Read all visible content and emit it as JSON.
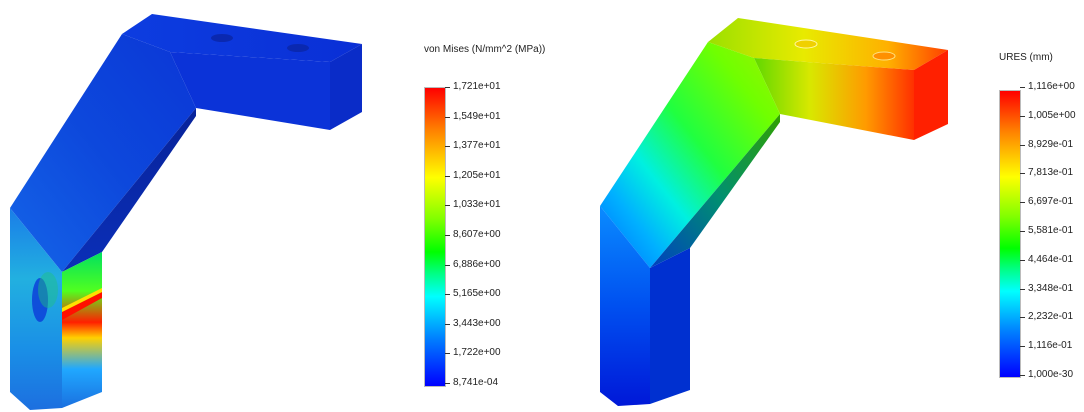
{
  "stress_plot": {
    "legend_title": "von Mises (N/mm^2 (MPa))",
    "ticks": [
      "1,721e+01",
      "1,549e+01",
      "1,377e+01",
      "1,205e+01",
      "1,033e+01",
      "8,607e+00",
      "6,886e+00",
      "5,165e+00",
      "3,443e+00",
      "1,722e+00",
      "8,741e-04"
    ]
  },
  "displacement_plot": {
    "legend_title": "URES (mm)",
    "ticks": [
      "1,116e+00",
      "1,005e+00",
      "8,929e-01",
      "7,813e-01",
      "6,697e-01",
      "5,581e-01",
      "4,464e-01",
      "3,348e-01",
      "2,232e-01",
      "1,116e-01",
      "1,000e-30"
    ]
  },
  "colormap": [
    "#ff0000",
    "#ff8000",
    "#ffff00",
    "#80ff00",
    "#00ff00",
    "#00ffff",
    "#0080ff",
    "#0000ff"
  ]
}
